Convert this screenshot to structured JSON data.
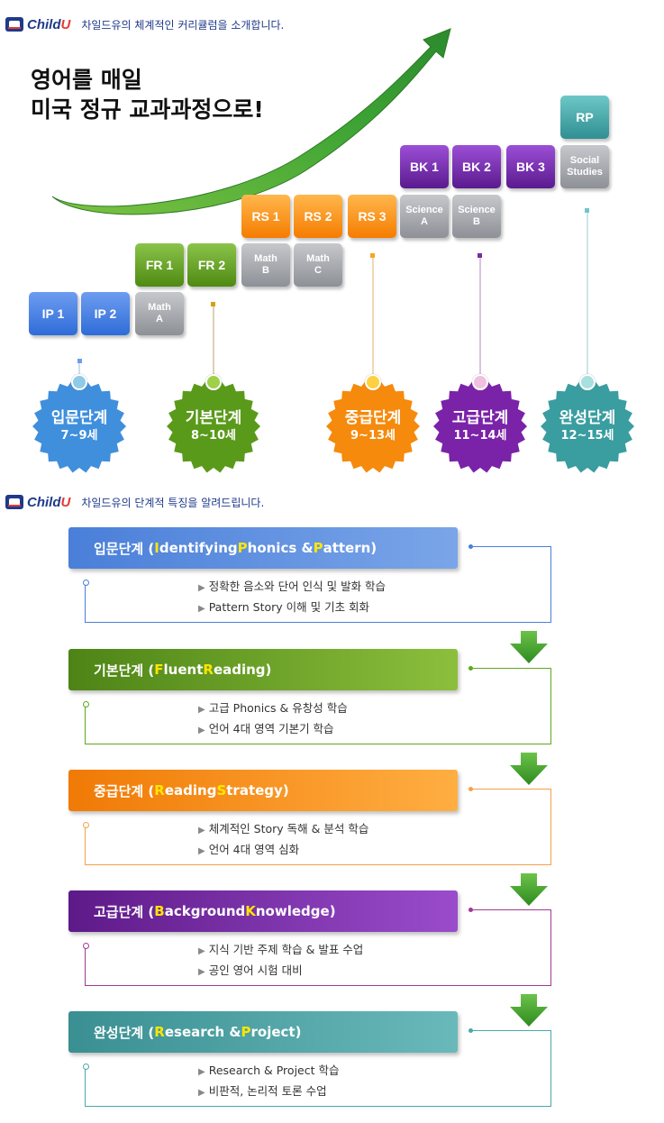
{
  "logo": {
    "text_a": "Child",
    "text_b": "U"
  },
  "header1": "차일드유의 체계적인 커리큘럼을 소개합니다.",
  "header2": "차일드유의 단계적 특징을 알려드립니다.",
  "headline": [
    "영어를 매일",
    "미국 정규 교과과정으로!"
  ],
  "blocks": {
    "ip1": "IP 1",
    "ip2": "IP 2",
    "mathA": [
      "Math",
      "A"
    ],
    "fr1": "FR 1",
    "fr2": "FR 2",
    "mathB": [
      "Math",
      "B"
    ],
    "mathC": [
      "Math",
      "C"
    ],
    "rs1": "RS 1",
    "rs2": "RS 2",
    "rs3": "RS 3",
    "sciA": [
      "Science",
      "A"
    ],
    "sciB": [
      "Science",
      "B"
    ],
    "bk1": "BK 1",
    "bk2": "BK 2",
    "bk3": "BK 3",
    "social": [
      "Social",
      "Studies"
    ],
    "rp": "RP"
  },
  "stages": [
    {
      "name": "입문단계",
      "age": "7~9세"
    },
    {
      "name": "기본단계",
      "age": "8~10세"
    },
    {
      "name": "중급단계",
      "age": "9~13세"
    },
    {
      "name": "고급단계",
      "age": "11~14세"
    },
    {
      "name": "완성단계",
      "age": "12~15세"
    }
  ],
  "sections": [
    {
      "k": "입문단계 (",
      "p": [
        [
          "I",
          "dentifying "
        ],
        [
          "P",
          "honics & "
        ],
        [
          "P",
          "attern"
        ]
      ],
      "e": ")",
      "bullets": [
        "정확한 음소와 단어 인식 및 발화 학습",
        "Pattern  Story 이해 및 기초 회화"
      ]
    },
    {
      "k": "기본단계 (",
      "p": [
        [
          "F",
          "luent "
        ],
        [
          "R",
          "eading"
        ]
      ],
      "e": ")",
      "bullets": [
        "고급 Phonics & 유창성 학습",
        "언어 4대 영역 기본기 학습"
      ]
    },
    {
      "k": "중급단계 (",
      "p": [
        [
          "R",
          "eading "
        ],
        [
          "S",
          "trategy"
        ]
      ],
      "e": ")",
      "bullets": [
        "체계적인 Story 독해 & 분석 학습",
        "언어 4대 영역 심화"
      ]
    },
    {
      "k": "고급단계 (",
      "p": [
        [
          "B",
          "ackground "
        ],
        [
          "K",
          "nowledge"
        ]
      ],
      "e": ")",
      "bullets": [
        "지식 기반 주제 학습 & 발표 수업",
        "공인 영어 시험 대비"
      ]
    },
    {
      "k": "완성단계 (",
      "p": [
        [
          "R",
          "esearch & "
        ],
        [
          "P",
          "roject"
        ]
      ],
      "e": ")",
      "bullets": [
        "Research & Project 학습",
        "비판적, 논리적 토론 수업"
      ]
    }
  ],
  "colors": {
    "blue": "#4a7fd9",
    "green": "#5e9a1e",
    "orange": "#f5870a",
    "purple": "#6d2a9e",
    "teal": "#3f9a9c"
  }
}
